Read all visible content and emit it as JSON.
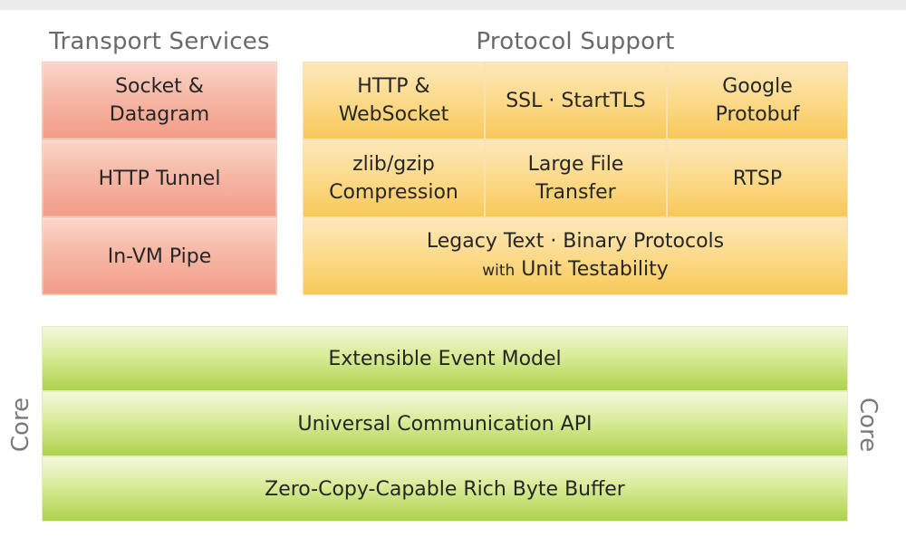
{
  "transport": {
    "title": "Transport Services",
    "items": [
      {
        "lines": [
          "Socket &",
          "Datagram"
        ]
      },
      {
        "lines": [
          "HTTP Tunnel"
        ]
      },
      {
        "lines": [
          "In-VM Pipe"
        ]
      }
    ]
  },
  "protocol": {
    "title": "Protocol Support",
    "row1": [
      {
        "lines": [
          "HTTP &",
          "WebSocket"
        ]
      },
      {
        "lines": [
          "SSL · StartTLS"
        ]
      },
      {
        "lines": [
          "Google",
          "Protobuf"
        ]
      }
    ],
    "row2": [
      {
        "lines": [
          "zlib/gzip",
          "Compression"
        ]
      },
      {
        "lines": [
          "Large File",
          "Transfer"
        ]
      },
      {
        "lines": [
          "RTSP"
        ]
      }
    ],
    "legacy": {
      "line1": "Legacy Text · Binary Protocols",
      "with": "with",
      "line2": "Unit Testability"
    }
  },
  "core": {
    "label_left": "Core",
    "label_right": "Core",
    "layers": [
      "Extensible Event Model",
      "Universal Communication API",
      "Zero-Copy-Capable Rich Byte Buffer"
    ]
  },
  "colors": {
    "transport": "#f6b8a6",
    "protocol": "#fcd986",
    "core": "#d9ec98"
  }
}
